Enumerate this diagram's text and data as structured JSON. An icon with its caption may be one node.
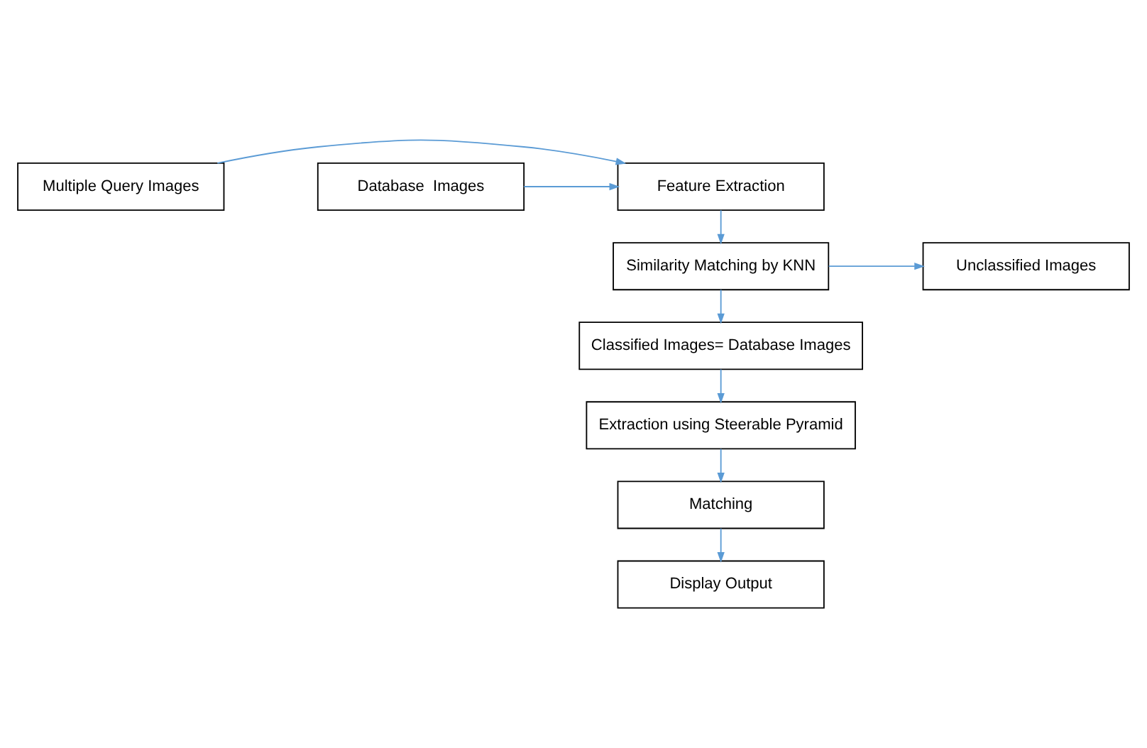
{
  "diagram": {
    "nodes": [
      {
        "text": [
          "Multiple Query Images"
        ]
      },
      {
        "text": [
          "Feature Extraction"
        ]
      },
      {
        "text": [
          "Database  Images"
        ]
      },
      {
        "text": [
          "Similarity Matching by KNN"
        ]
      },
      {
        "text": [
          "Unclassified Images"
        ]
      },
      {
        "text": [
          "Classified Images= Database Images"
        ]
      },
      {
        "text": [
          "Extraction using Steerable Pyramid"
        ]
      },
      {
        "text": [
          "Matching"
        ]
      },
      {
        "text": [
          "Display Output"
        ]
      }
    ],
    "edges": [
      {
        "from": 0,
        "to": 1,
        "arrow": "to",
        "color": "#5b9bd5"
      },
      {
        "from": 2,
        "to": 1,
        "arrow": "to",
        "color": "#5b9bd5"
      },
      {
        "from": 1,
        "to": 3,
        "arrow": "to",
        "color": "#5b9bd5"
      },
      {
        "from": 3,
        "to": 4,
        "arrow": "to",
        "color": "#5b9bd5"
      },
      {
        "from": 3,
        "to": 5,
        "arrow": "to",
        "color": "#5b9bd5"
      },
      {
        "from": 5,
        "to": 6,
        "arrow": "to",
        "color": "#5b9bd5"
      },
      {
        "from": 6,
        "to": 7,
        "arrow": "to",
        "color": "#5b9bd5"
      },
      {
        "from": 7,
        "to": 8,
        "arrow": "to",
        "color": "#5b9bd5"
      }
    ]
  }
}
